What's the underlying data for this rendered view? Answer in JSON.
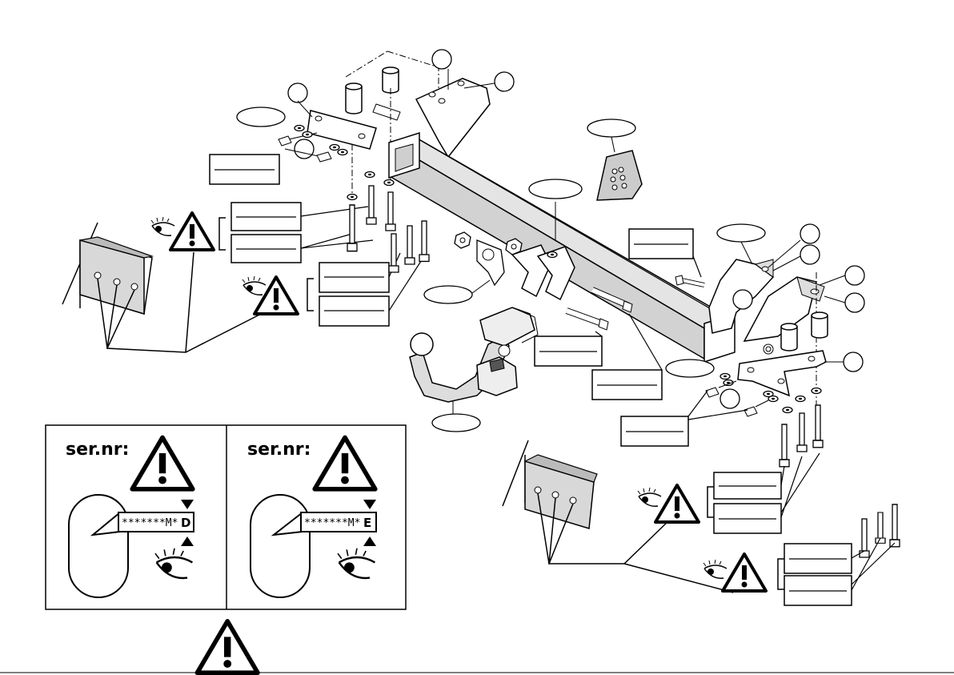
{
  "serial_panels": [
    {
      "heading": "ser.nr:",
      "code": "*******M*",
      "letter": "D"
    },
    {
      "heading": "ser.nr:",
      "code": "*******M*",
      "letter": "E"
    }
  ],
  "icons": {
    "warning": "warning-triangle-icon",
    "eye": "eye-icon",
    "wiring_module": "control-module-icon"
  }
}
